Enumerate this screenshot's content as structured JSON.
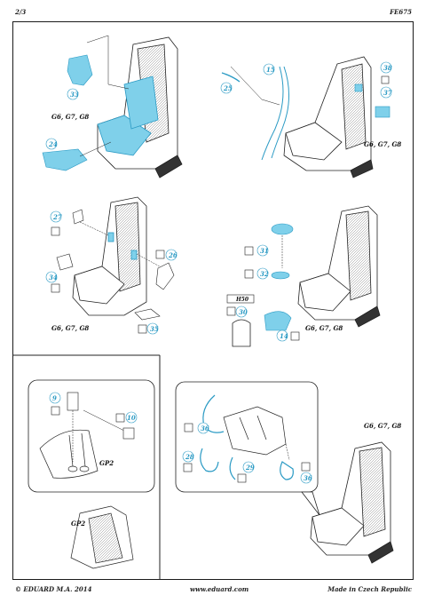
{
  "header": {
    "page": "2/3",
    "code": "FE675"
  },
  "footer": {
    "copyright": "© EDUARD  M.A. 2014",
    "website": "www.eduard.com",
    "origin": "Made in Czech Republic"
  },
  "colors": {
    "etch": "#7fd0ea",
    "etch_stroke": "#2a9ac4",
    "line": "#222222"
  },
  "steps": [
    {
      "variant": "G6, G7, G8",
      "parts": [
        "33",
        "24"
      ]
    },
    {
      "variant": "G6, G7, G8",
      "parts": [
        "25",
        "15",
        "38",
        "37"
      ]
    },
    {
      "variant": "G6, G7, G8",
      "parts": [
        "27",
        "34",
        "26",
        "35"
      ]
    },
    {
      "variant": "G6, G7, G8",
      "parts": [
        "31",
        "32",
        "30",
        "14"
      ],
      "source": "H50"
    },
    {
      "label": "GP2",
      "parts": [
        "9",
        "10"
      ],
      "extra_label": "GP2"
    },
    {
      "variant": "G6, G7, G8",
      "parts": [
        "36",
        "28",
        "29",
        "36"
      ]
    }
  ]
}
